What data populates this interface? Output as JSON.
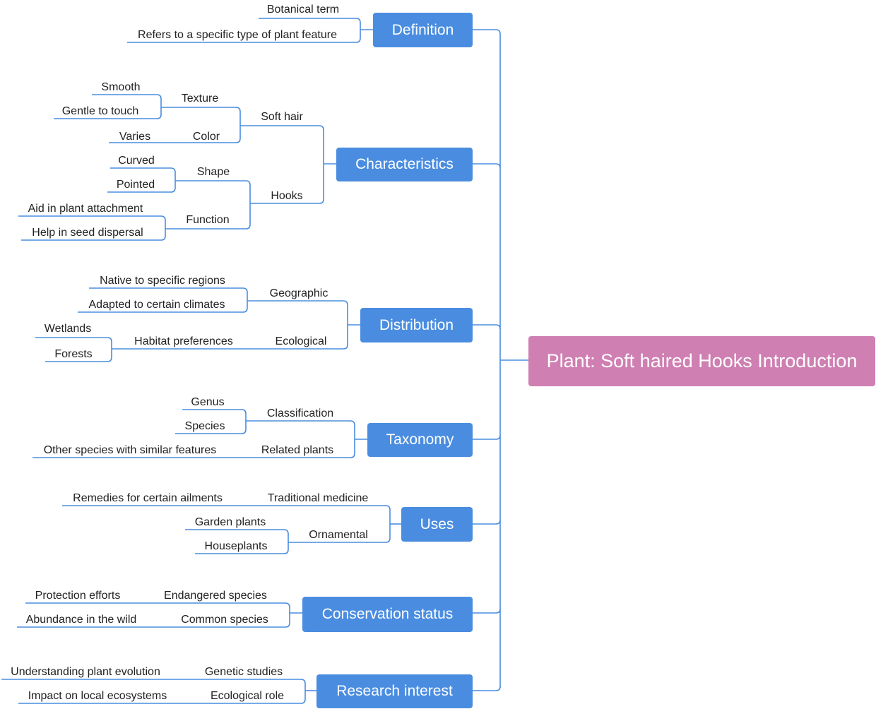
{
  "colors": {
    "branch": "#4a8de0",
    "line": "#4a8de0",
    "root": "#cf7fb2",
    "text": "#222222"
  },
  "root": {
    "label": "Plant: Soft haired Hooks Introduction"
  },
  "definition": {
    "label": "Definition",
    "items": [
      "Botanical term",
      "Refers to a specific type of plant feature"
    ]
  },
  "characteristics": {
    "label": "Characteristics",
    "soft_hair": {
      "label": "Soft hair",
      "texture": {
        "label": "Texture",
        "items": [
          "Smooth",
          "Gentle to touch"
        ]
      },
      "color": {
        "label": "Color",
        "items": [
          "Varies"
        ]
      }
    },
    "hooks": {
      "label": "Hooks",
      "shape": {
        "label": "Shape",
        "items": [
          "Curved",
          "Pointed"
        ]
      },
      "function": {
        "label": "Function",
        "items": [
          "Aid in plant attachment",
          "Help in seed dispersal"
        ]
      }
    }
  },
  "distribution": {
    "label": "Distribution",
    "geographic": {
      "label": "Geographic",
      "items": [
        "Native to specific regions",
        "Adapted to certain climates"
      ]
    },
    "ecological": {
      "label": "Ecological",
      "habitat": {
        "label": "Habitat preferences",
        "items": [
          "Wetlands",
          "Forests"
        ]
      }
    }
  },
  "taxonomy": {
    "label": "Taxonomy",
    "classification": {
      "label": "Classification",
      "items": [
        "Genus",
        "Species"
      ]
    },
    "related": {
      "label": "Related plants",
      "items": [
        "Other species with similar features"
      ]
    }
  },
  "uses": {
    "label": "Uses",
    "traditional": {
      "label": "Traditional medicine",
      "items": [
        "Remedies for certain ailments"
      ]
    },
    "ornamental": {
      "label": "Ornamental",
      "items": [
        "Garden plants",
        "Houseplants"
      ]
    }
  },
  "conservation": {
    "label": "Conservation status",
    "endangered": {
      "label": "Endangered species",
      "items": [
        "Protection efforts"
      ]
    },
    "common": {
      "label": "Common species",
      "items": [
        "Abundance in the wild"
      ]
    }
  },
  "research": {
    "label": "Research interest",
    "genetic": {
      "label": "Genetic studies",
      "items": [
        "Understanding plant evolution"
      ]
    },
    "ecological_role": {
      "label": "Ecological role",
      "items": [
        "Impact on local ecosystems"
      ]
    }
  }
}
